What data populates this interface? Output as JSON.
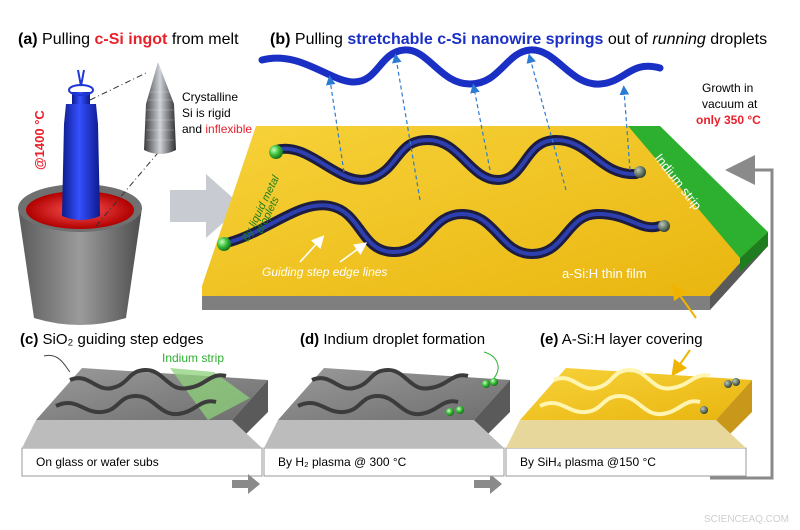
{
  "panel_a": {
    "letter": "(a)",
    "title_pre": "Pulling ",
    "title_highlight": "c-Si ingot",
    "title_post": " from melt",
    "temperature": "@1400 °C",
    "desc_line1": "Crystalline",
    "desc_line2": "Si is rigid",
    "desc_line3_pre": "and ",
    "desc_line3_highlight": "inflexible"
  },
  "panel_b": {
    "letter": "(b)",
    "title_pre": "Pulling ",
    "title_highlight": "stretchable c-Si nanowire springs",
    "title_mid": " out of ",
    "title_italic": "running",
    "title_post": " droplets",
    "growth_line1": "Growth in",
    "growth_line2": "vacuum at",
    "growth_line3": "only 350 °C",
    "indium_strip": "Indium strip",
    "droplets_line1": "By liquid metal",
    "droplets_line2": "droplets",
    "guiding_lines": "Guiding step edge lines",
    "film_label": "a-Si:H thin film"
  },
  "panel_c": {
    "letter": "(c)",
    "title": "SiO₂ guiding step edges",
    "indium_strip": "Indium strip",
    "caption": "On glass or wafer subs"
  },
  "panel_d": {
    "letter": "(d)",
    "title": "Indium droplet formation",
    "caption": "By H₂ plasma @ 300 °C"
  },
  "panel_e": {
    "letter": "(e)",
    "title": "A-Si:H layer covering",
    "caption": "By SiH₄ plasma @150 °C"
  },
  "watermark": "SCIENCEAQ.COM",
  "colors": {
    "accent_red": "#e8212b",
    "nanowire_blue": "#1a2fc4",
    "ingot_blue": "#1f35d6",
    "film_gold": "#f4c518",
    "indium_green": "#2db02f",
    "substrate_gray": "#808080",
    "arrow_gray": "#8a8a8a",
    "arrow_light": "#c8ccd2"
  }
}
